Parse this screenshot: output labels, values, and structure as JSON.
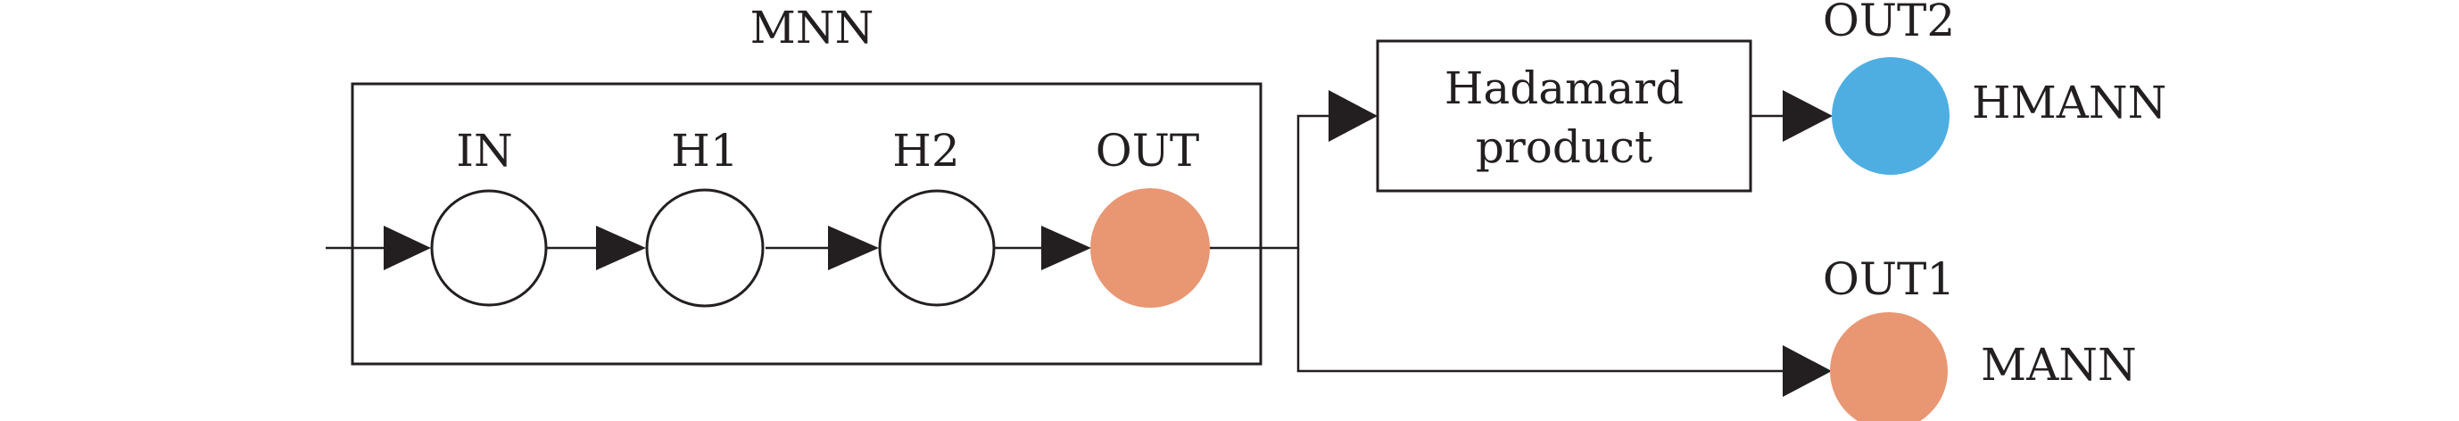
{
  "mnn": {
    "title": "MNN"
  },
  "nodes": [
    {
      "label": "IN",
      "fill": "open"
    },
    {
      "label": "H1",
      "fill": "open"
    },
    {
      "label": "H2",
      "fill": "open"
    },
    {
      "label": "OUT",
      "fill": "#e99673"
    }
  ],
  "hadamard": {
    "line1": "Hadamard",
    "line2": "product"
  },
  "out2": {
    "label": "OUT2",
    "model": "HMANN",
    "color": "#4eaee2"
  },
  "out1": {
    "label": "OUT1",
    "model": "MANN",
    "color": "#e99673"
  }
}
